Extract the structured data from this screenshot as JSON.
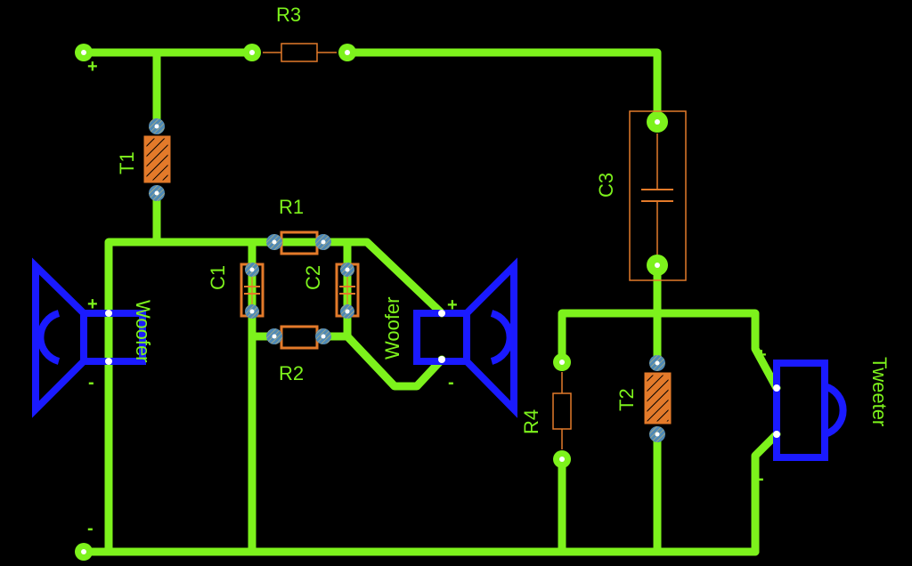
{
  "colors": {
    "background": "#000000",
    "trace": "#7df21c",
    "silkscreen": "#7df21c",
    "component_outline": "#e37a2a",
    "speaker": "#1a1aff",
    "pad": "#4f89b6",
    "pad_center": "#ffffff"
  },
  "labels": {
    "r1": "R1",
    "r2": "R2",
    "r3": "R3",
    "r4": "R4",
    "c1": "C1",
    "c2": "C2",
    "c3": "C3",
    "t1": "T1",
    "t2": "T2",
    "woofer_left": "Woofer",
    "woofer_right": "Woofer",
    "tweeter": "Tweeter"
  },
  "signs": {
    "input_plus": "+",
    "input_minus": "-",
    "woofer_left_plus": "+",
    "woofer_left_minus": "-",
    "woofer_right_plus": "+",
    "woofer_right_minus": "-",
    "tweeter_plus": "+",
    "tweeter_minus": "-"
  }
}
